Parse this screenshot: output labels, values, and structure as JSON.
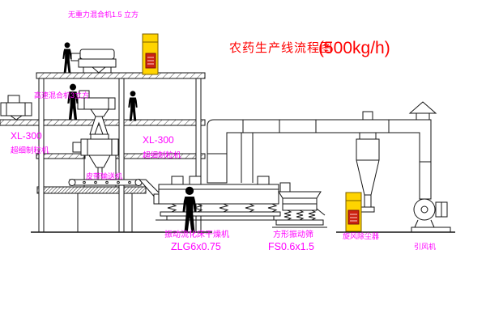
{
  "drawing": {
    "title": "农药生产线流程图",
    "capacity": "(500kg/h)"
  },
  "labels": {
    "top_mixer": "无重力混合机1.5 立方",
    "high_speed_mixer": "高速混合机3立方",
    "granulator_left": {
      "model": "XL-300",
      "name": "超细制粒机"
    },
    "granulator_mid": {
      "model": "XL-300",
      "name": "超细制粒机"
    },
    "belt_conveyor": "皮带输送机",
    "dryer": {
      "name": "振动流化床干燥机",
      "model": "ZLG6x0.75"
    },
    "sieve": {
      "name": "方形振动筛",
      "model": "FS0.6x1.5"
    },
    "cyclone": "旋风除尘器",
    "fan": "引风机"
  },
  "colors": {
    "label": "#ff00ff",
    "title": "#ff0000",
    "cabinet": "#ffd400",
    "badge": "#cc2211"
  }
}
